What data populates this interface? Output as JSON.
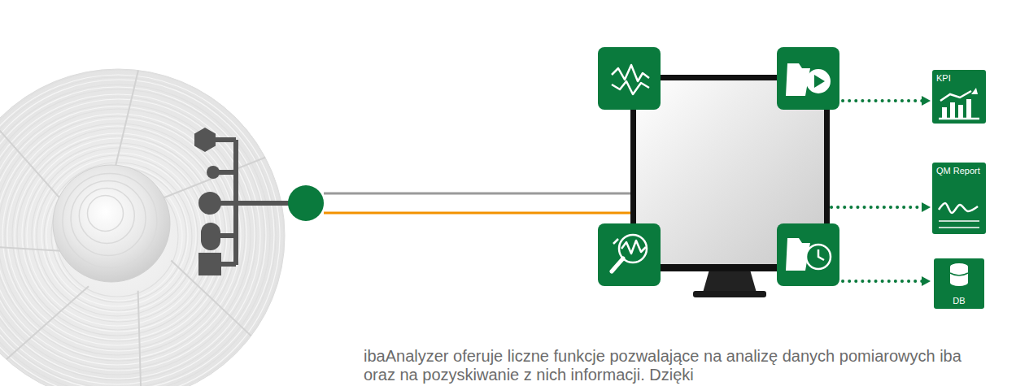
{
  "diagram": {
    "nodes": [
      {
        "text": [
          "KPI"
        ]
      },
      {
        "text": [
          "QM Report"
        ]
      },
      {
        "text": [
          "DB"
        ]
      }
    ],
    "labels": [
      "ibaAnalyzer oferuje liczne funkcje pozwalające na analizę danych pomiarowych iba oraz na pozyskiwanie z nich informacji. Dzięki"
    ]
  }
}
